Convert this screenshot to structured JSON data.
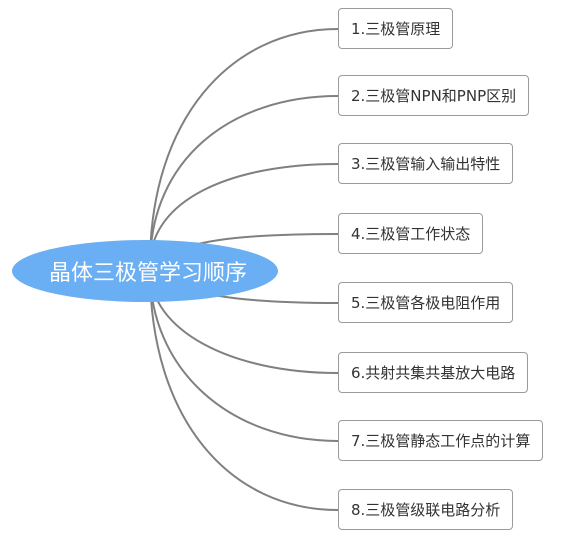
{
  "root": {
    "label": "晶体三极管学习顺序"
  },
  "branches": [
    {
      "label": "1.三极管原理"
    },
    {
      "label": "2.三极管NPN和PNP区别"
    },
    {
      "label": "3.三极管输入输出特性"
    },
    {
      "label": "4.三极管工作状态"
    },
    {
      "label": "5.三极管各极电阻作用"
    },
    {
      "label": "6.共射共集共基放大电路"
    },
    {
      "label": "7.三极管静态工作点的计算"
    },
    {
      "label": "8.三极管级联电路分析"
    }
  ],
  "colors": {
    "root_fill": "#6aaef3",
    "connector": "#808080",
    "node_border": "#9b9b9b"
  }
}
